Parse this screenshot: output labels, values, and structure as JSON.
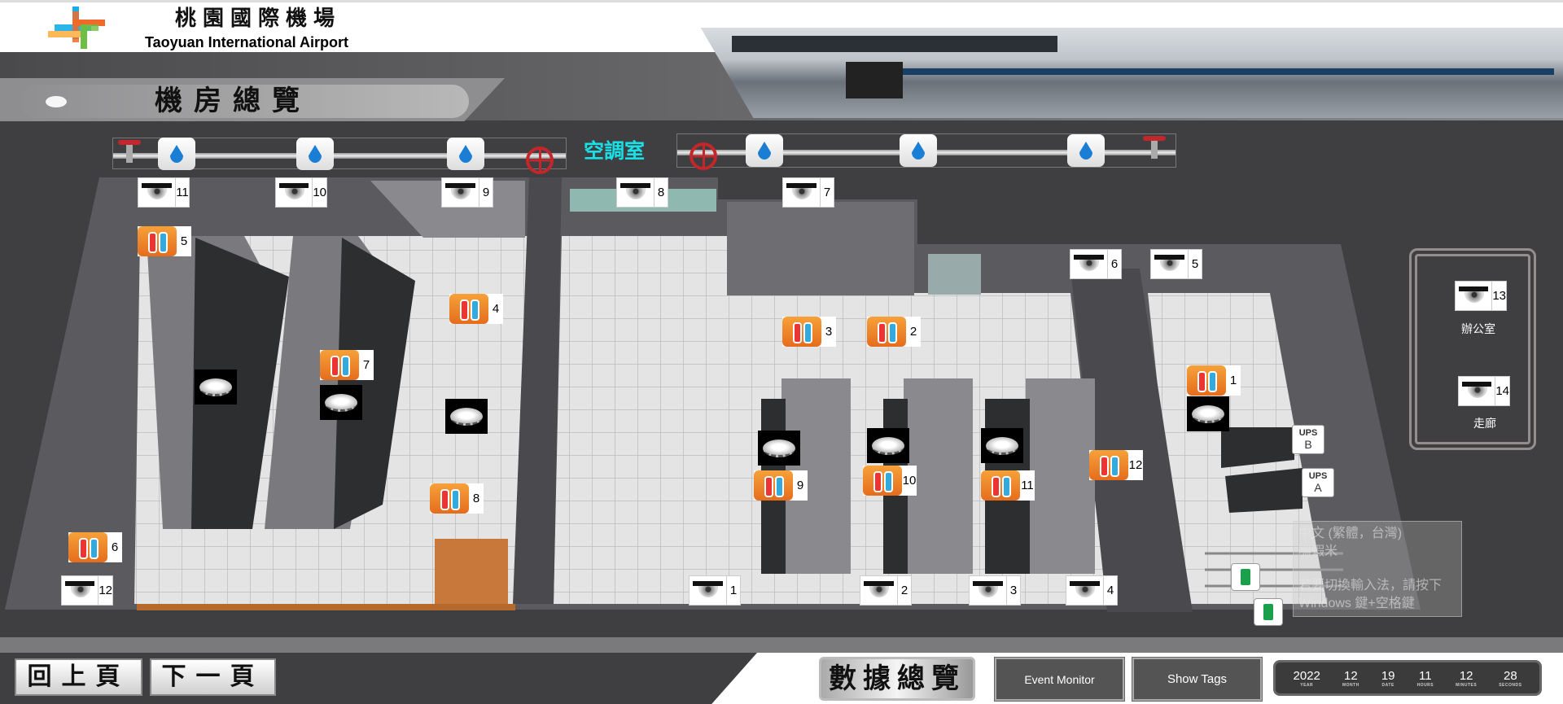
{
  "header": {
    "title_zh": "桃園國際機場",
    "title_en": "Taoyuan International Airport"
  },
  "page_title": "機房總覽",
  "ac_room_label": "空調室",
  "cameras": [
    "11",
    "10",
    "9",
    "8",
    "7",
    "6",
    "5",
    "12",
    "1",
    "2",
    "3",
    "4"
  ],
  "temp_sensors": [
    "5",
    "4",
    "7",
    "3",
    "2",
    "1",
    "12",
    "9",
    "10",
    "11",
    "8",
    "6"
  ],
  "ups": [
    {
      "label": "UPS",
      "unit": "B"
    },
    {
      "label": "UPS",
      "unit": "A"
    }
  ],
  "side_panel": [
    {
      "camera": "13",
      "label": "辦公室"
    },
    {
      "camera": "14",
      "label": "走廊"
    }
  ],
  "nav": {
    "prev": "回上頁",
    "next": "下一頁",
    "data_overview": "數據總覽",
    "event_monitor": "Event Monitor",
    "show_tags": "Show Tags"
  },
  "clock": [
    {
      "value": "2022",
      "label": "YEAR"
    },
    {
      "value": "12",
      "label": "MONTH"
    },
    {
      "value": "19",
      "label": "DATE"
    },
    {
      "value": "11",
      "label": "HOURS"
    },
    {
      "value": "12",
      "label": "MINUTES"
    },
    {
      "value": "28",
      "label": "SECONDS"
    }
  ],
  "ime": {
    "language": "中文 (繁體，台灣)",
    "method": "嘸蝦米",
    "hint1": "若要切換輸入法，請按下",
    "hint2": "Windows 鍵+空格鍵"
  },
  "colors": {
    "accent_cyan": "#19e0e6",
    "valve_red": "#c3262b",
    "background": "#3f3f41"
  }
}
